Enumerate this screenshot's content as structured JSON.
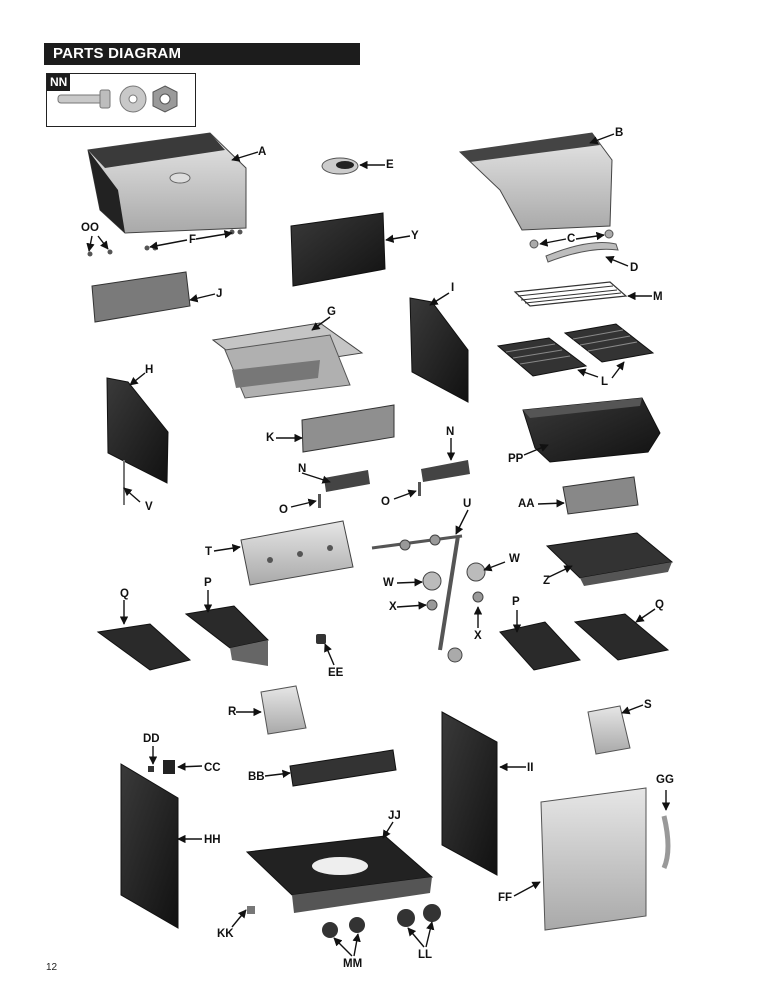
{
  "header": {
    "title": "PARTS DIAGRAM"
  },
  "inset": {
    "tag": "NN"
  },
  "labels": {
    "A": "A",
    "B": "B",
    "C": "C",
    "D": "D",
    "E": "E",
    "F": "F",
    "G": "G",
    "H": "H",
    "I": "I",
    "J": "J",
    "K": "K",
    "L": "L",
    "M": "M",
    "N1": "N",
    "N2": "N",
    "O1": "O",
    "O2": "O",
    "P1": "P",
    "P2": "P",
    "Q1": "Q",
    "Q2": "Q",
    "R": "R",
    "S": "S",
    "T": "T",
    "U": "U",
    "V": "V",
    "W1": "W",
    "W2": "W",
    "X1": "X",
    "X2": "X",
    "Y": "Y",
    "Z": "Z",
    "AA": "AA",
    "BB": "BB",
    "CC": "CC",
    "DD": "DD",
    "EE": "EE",
    "FF": "FF",
    "GG": "GG",
    "HH": "HH",
    "II": "II",
    "JJ": "JJ",
    "KK": "KK",
    "LL": "LL",
    "MM": "MM",
    "OO": "OO",
    "PP": "PP"
  },
  "footer": {
    "page_number": "12"
  },
  "colors": {
    "dark": "#1c1c1c",
    "grey": "#b8b8b8",
    "silver": "#d8d8d8",
    "shade": "#8a8a8a",
    "black": "#222222"
  }
}
